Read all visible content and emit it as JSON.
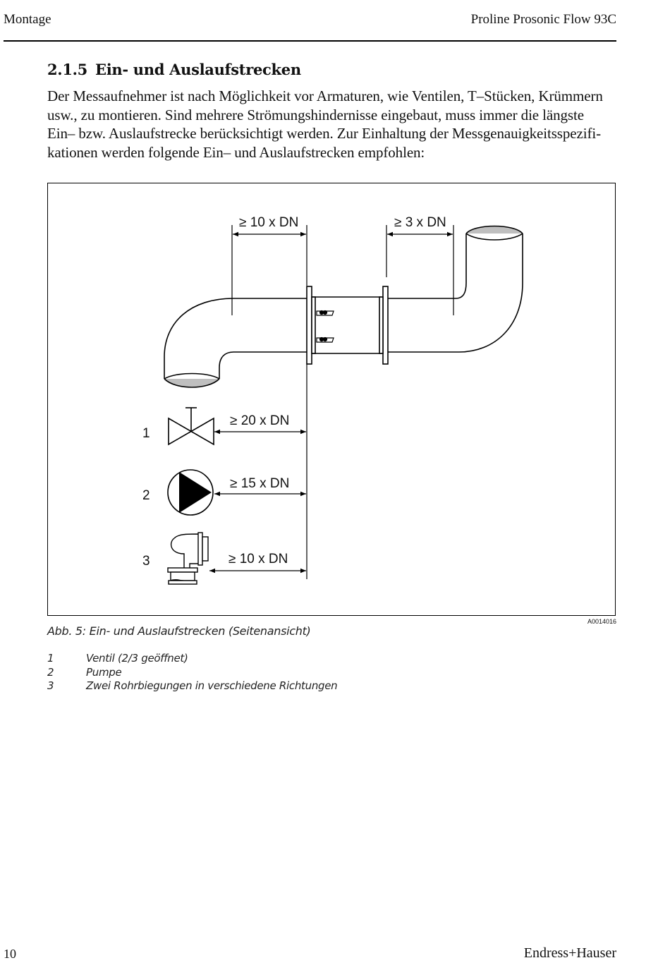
{
  "header": {
    "left": "Montage",
    "right": "Proline Prosonic Flow 93C"
  },
  "section": {
    "number": "2.1.5",
    "title": "Ein- und Auslaufstrecken"
  },
  "paragraph_lines": [
    "Der Messaufnehmer ist nach Möglichkeit vor Armaturen, wie Ventilen, T–Stücken, Krümmern",
    "usw., zu montieren. Sind mehrere Strömungshindernisse eingebaut, muss immer die längste",
    "Ein– bzw. Auslaufstrecke berücksichtigt werden. Zur Einhaltung der Messgenauigkeitsspezifi-",
    "kationen werden folgende Ein– und Auslaufstrecken empfohlen:"
  ],
  "figure": {
    "id": "A0014016",
    "dimensions": {
      "inlet": "≥ 10 x DN",
      "outlet": "≥ 3 x DN",
      "valve": "≥ 20 x DN",
      "pump": "≥ 15 x DN",
      "bends": "≥ 10 x DN"
    },
    "item_numbers": [
      "1",
      "2",
      "3"
    ]
  },
  "caption": "Abb. 5: Ein- und Auslaufstrecken (Seitenansicht)",
  "legend": [
    {
      "num": "1",
      "text": "Ventil (2/3 geöffnet)"
    },
    {
      "num": "2",
      "text": "Pumpe"
    },
    {
      "num": "3",
      "text": "Zwei Rohrbiegungen in verschiedene Richtungen"
    }
  ],
  "footer": {
    "page": "10",
    "brand": "Endress+Hauser"
  }
}
